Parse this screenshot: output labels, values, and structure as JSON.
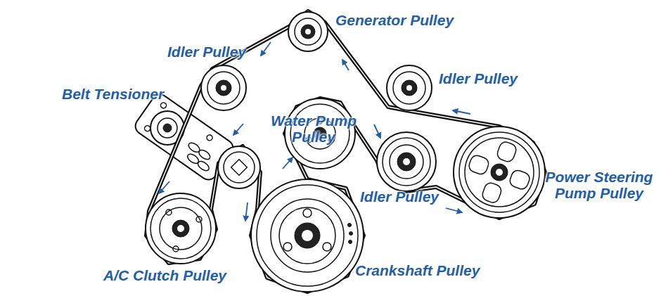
{
  "diagram": {
    "labels": [
      "Generator Pulley",
      "Idler Pulley",
      "Belt Tensioner",
      "Water Pump Pulley",
      "Idler Pulley",
      "Power Steering Pump Pulley",
      "Idler Pulley",
      "A/C Clutch Pulley",
      "Crankshaft Pulley"
    ]
  }
}
